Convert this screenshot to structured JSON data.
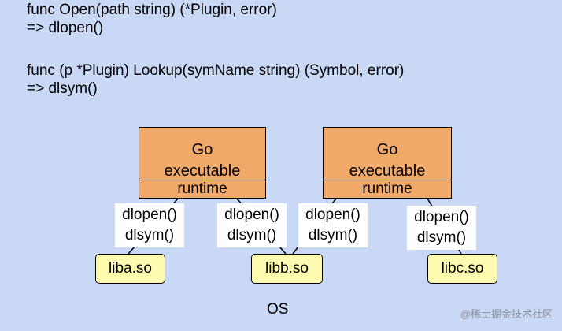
{
  "code": {
    "open_signature": "func Open(path string) (*Plugin, error)",
    "open_mapping": "=> dlopen()",
    "lookup_signature": "func (p *Plugin) Lookup(symName string) (Symbol, error)",
    "lookup_mapping": "=> dlsym()"
  },
  "executables": [
    {
      "title": "Go",
      "subtitle": "executable",
      "runtime": "runtime"
    },
    {
      "title": "Go",
      "subtitle": "executable",
      "runtime": "runtime"
    }
  ],
  "edge_labels": [
    {
      "line1": "dlopen()",
      "line2": "dlsym()"
    },
    {
      "line1": "dlopen()",
      "line2": "dlsym()"
    },
    {
      "line1": "dlopen()",
      "line2": "dlsym()"
    },
    {
      "line1": "dlopen()",
      "line2": "dlsym()"
    }
  ],
  "libraries": [
    "liba.so",
    "libb.so",
    "libc.so"
  ],
  "os_label": "OS",
  "watermark": "@稀土掘金技术社区",
  "colors": {
    "background": "#c9d8f4",
    "executable_fill": "#f1a96a",
    "library_fill": "#fcfbb0"
  }
}
